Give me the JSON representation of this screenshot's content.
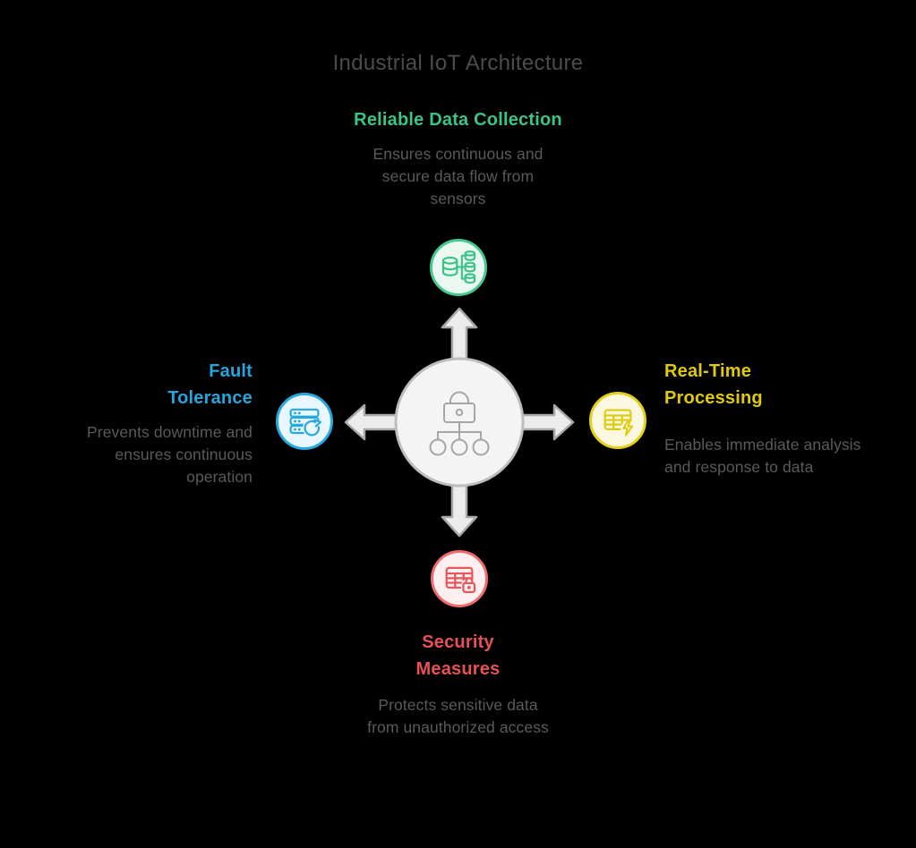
{
  "title": "Industrial IoT Architecture",
  "colors": {
    "background": "#000000",
    "title_text": "#4B4C4E",
    "body_text": "#595A5C",
    "green": "#3BC488",
    "blue": "#27A4DA",
    "yellow": "#DFCB0C",
    "red": "#E85056",
    "hub_fill": "#F4F4F4",
    "hub_stroke": "#BDBDBD",
    "arrow_fill": "#ECECEC",
    "arrow_stroke": "#A8A8A8"
  },
  "center": {
    "icon": "lock-network-icon"
  },
  "nodes": {
    "top": {
      "heading_lines": [
        "Reliable Data Collection"
      ],
      "desc_lines": [
        "Ensures continuous and",
        "secure data flow from",
        "sensors"
      ],
      "accent": "#3BC488",
      "icon": "database-distribution-icon"
    },
    "left": {
      "heading_lines": [
        "Fault",
        "Tolerance"
      ],
      "desc_lines": [
        "Prevents downtime and",
        "ensures continuous",
        "operation"
      ],
      "accent": "#27A4DA",
      "icon": "server-refresh-icon"
    },
    "right": {
      "heading_lines": [
        "Real-Time",
        "Processing"
      ],
      "desc_lines": [
        "Enables immediate analysis",
        "and response to data"
      ],
      "accent": "#DFCB0C",
      "icon": "table-lightning-icon"
    },
    "bottom": {
      "heading_lines": [
        "Security",
        "Measures"
      ],
      "desc_lines": [
        "Protects sensitive data",
        "from unauthorized access"
      ],
      "accent": "#E85056",
      "icon": "table-lock-icon"
    }
  }
}
